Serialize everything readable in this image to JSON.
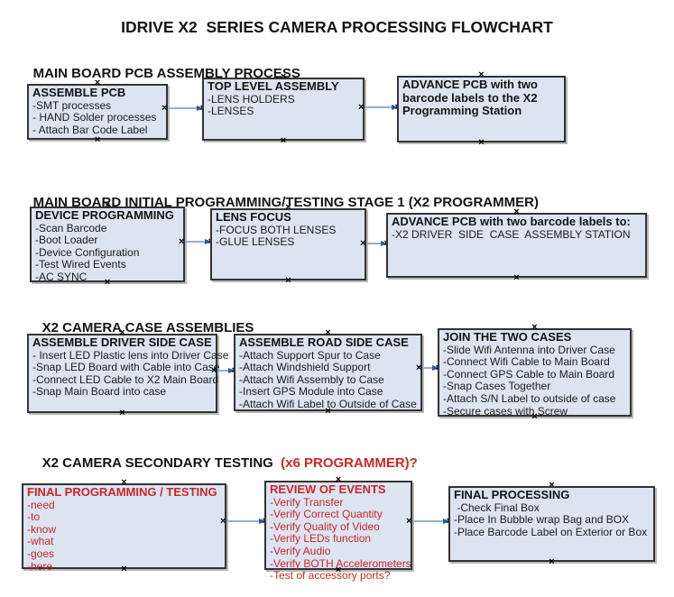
{
  "title": "IDRIVE X2  SERIES CAMERA PROCESSING FLOWCHART",
  "colors": {
    "box_fill": "#dce4f1",
    "box_border": "#333333",
    "red_text": "#cb2727",
    "arrow_line": "#92afd6",
    "arrow_head": "#2c5c9c"
  },
  "sections": [
    {
      "header": "MAIN BOARD PCB ASSEMBLY PROCESS",
      "boxes": [
        {
          "title": "ASSEMBLE PCB",
          "items": [
            "-SMT processes",
            "- HAND Solder processes",
            "- Attach Bar Code Label"
          ]
        },
        {
          "title": "TOP LEVEL ASSEMBLY",
          "items": [
            "-LENS HOLDERS",
            "-LENSES"
          ]
        },
        {
          "title": "ADVANCE PCB with two barcode labels to the  X2 Programming Station",
          "items": []
        }
      ]
    },
    {
      "header": "MAIN BOARD INITIAL PROGRAMMING/TESTING STAGE 1 (X2 PROGRAMMER)",
      "boxes": [
        {
          "title": "DEVICE PROGRAMMING",
          "items": [
            "-Scan Barcode",
            "-Boot Loader",
            "-Device Configuration",
            "-Test Wired Events",
            "-AC SYNC"
          ]
        },
        {
          "title": "LENS FOCUS",
          "items": [
            "-FOCUS BOTH LENSES",
            "-GLUE LENSES"
          ]
        },
        {
          "title": "ADVANCE PCB with two barcode labels to:",
          "items": [
            "-X2 DRIVER  SIDE  CASE  ASSEMBLY STATION"
          ]
        }
      ]
    },
    {
      "header": "X2 CAMERA CASE ASSEMBLIES",
      "boxes": [
        {
          "title": "ASSEMBLE DRIVER SIDE CASE",
          "items": [
            "- Insert LED Plastic lens into Driver Case",
            "-Snap LED Board with Cable into Case",
            "-Connect LED Cable to X2 Main Board",
            "-Snap Main Board into case"
          ]
        },
        {
          "title": "ASSEMBLE ROAD SIDE CASE",
          "items": [
            "-Attach Support Spur to Case",
            "-Attach Windshield Support",
            "-Attach Wifi Assembly to Case",
            "-Insert GPS Module into Case",
            "-Attach Wifi Label to Outside of Case"
          ]
        },
        {
          "title": "JOIN THE TWO CASES",
          "items": [
            "-Slide Wifi Antenna into Driver Case",
            "-Connect Wifi Cable to Main Board",
            "-Connect GPS Cable to Main Board",
            "-Snap Cases Together",
            "-Attach S/N Label to outside of case",
            "-Secure cases with Screw"
          ]
        }
      ]
    },
    {
      "header": "X2 CAMERA SECONDARY TESTING ",
      "header_suffix": " (x6 PROGRAMMER)?",
      "boxes": [
        {
          "title": "FINAL PROGRAMMING / TESTING",
          "items": [
            "-need",
            "-to",
            "-know",
            "-what",
            "-goes",
            "-here"
          ]
        },
        {
          "title": "REVIEW OF EVENTS",
          "items": [
            "-Verify Transfer",
            "-Verify Correct Quantity",
            "-Verify Quality of Video",
            "-Verify LEDs function",
            "-Verify Audio",
            "-Verify BOTH Accelerometers",
            "-Test of accessory ports?"
          ]
        },
        {
          "title": "FINAL PROCESSING",
          "items": [
            " -Check Final Box",
            "-Place In Bubble wrap Bag and BOX",
            "-Place Barcode Label on Exterior or Box"
          ]
        }
      ]
    }
  ]
}
